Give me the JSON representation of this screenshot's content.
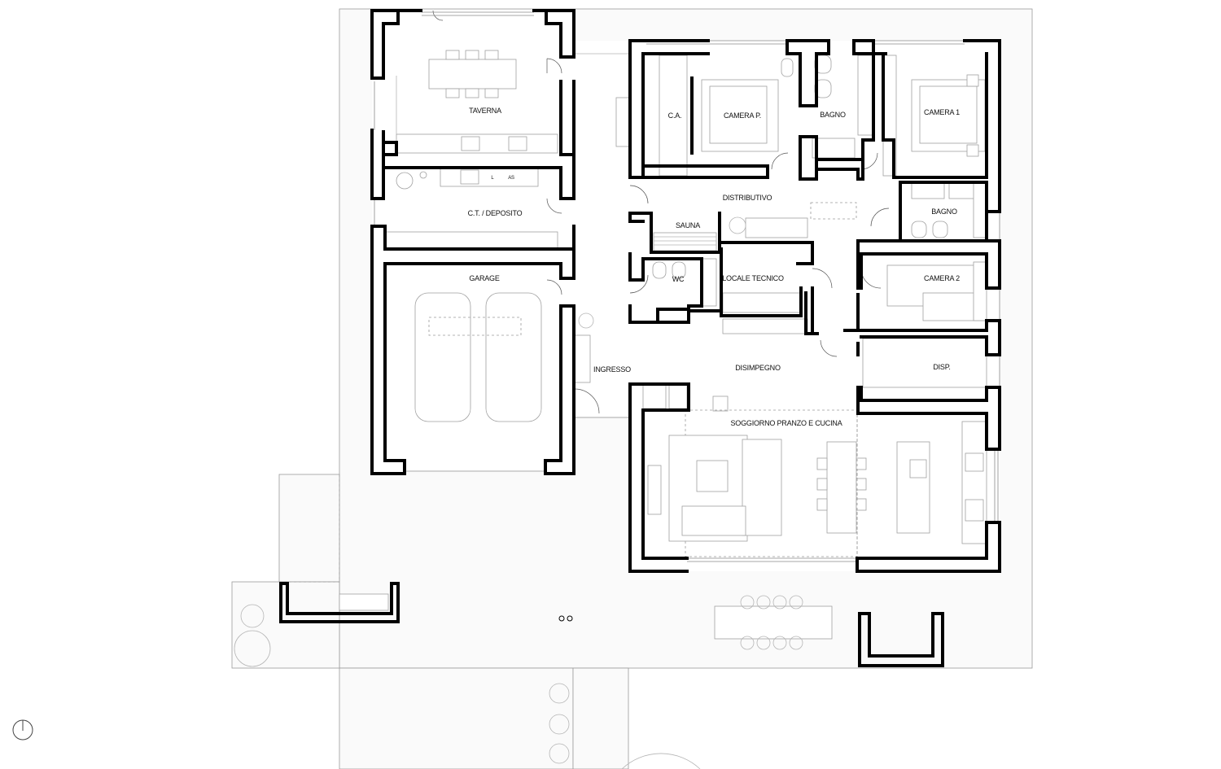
{
  "rooms": {
    "taverna": "TAVERNA",
    "ct_deposito": "C.T. / DEPOSITO",
    "garage": "GARAGE",
    "ca": "C.A.",
    "camera_p": "CAMERA P.",
    "bagno_1": "BAGNO",
    "camera_1": "CAMERA 1",
    "distributivo": "DISTRIBUTIVO",
    "bagno_2": "BAGNO",
    "sauna": "SAUNA",
    "wc": "WC",
    "locale_tecnico": "LOCALE TECNICO",
    "camera_2": "CAMERA 2",
    "ingresso": "INGRESSO",
    "disimpegno": "DISIMPEGNO",
    "disp": "DISP.",
    "soggiorno": "SOGGIORNO PRANZO E CUCINA"
  },
  "fixtures": {
    "lavatrice": "L",
    "asciugatrice": "AS"
  },
  "icons": {
    "north_arrow": "north-arrow-icon"
  }
}
